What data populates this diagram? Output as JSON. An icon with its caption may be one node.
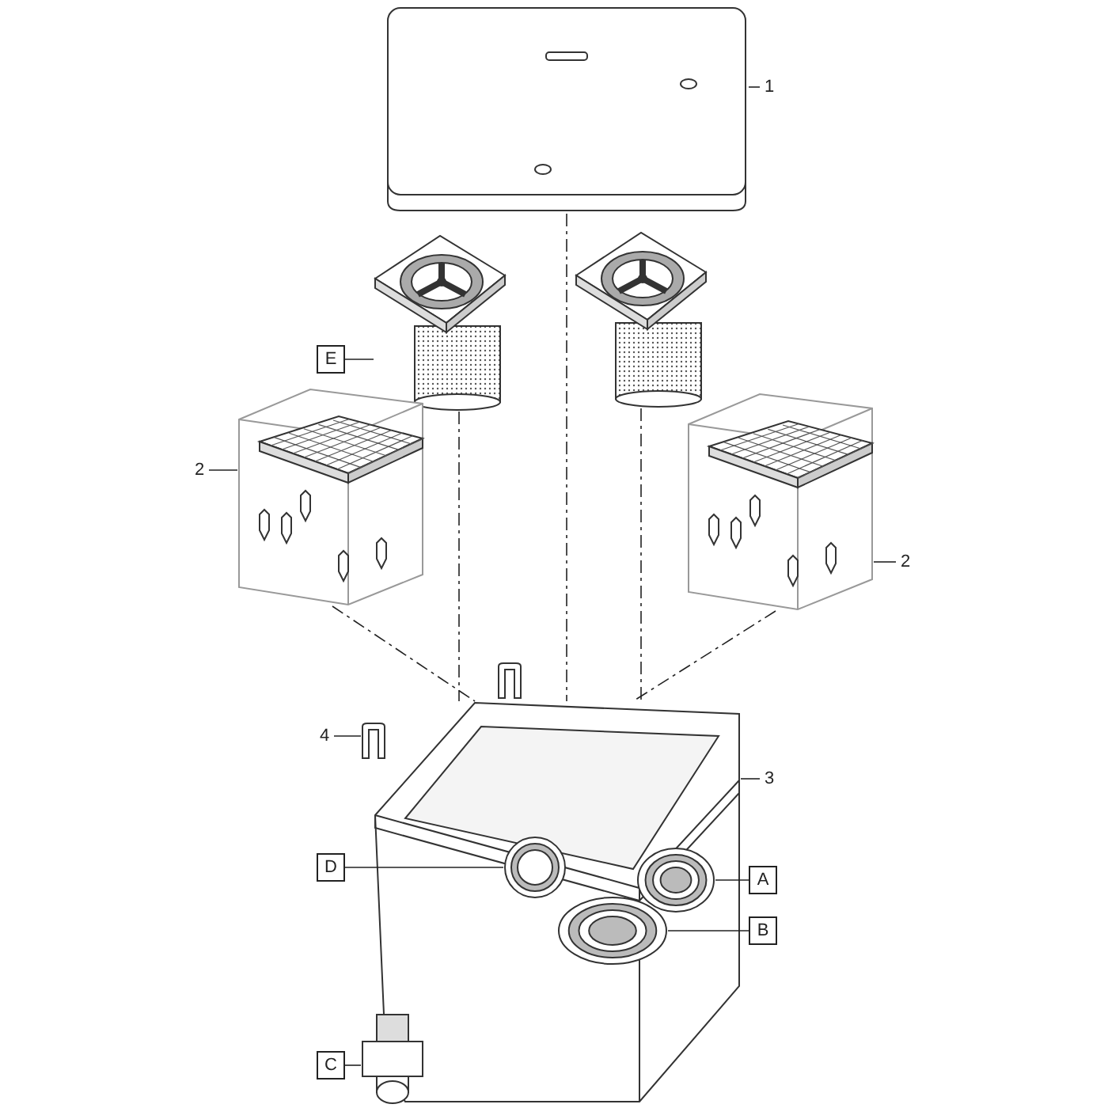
{
  "diagram": {
    "nodes": [
      {
        "text": [
          "1"
        ]
      },
      {
        "text": [],
        "shape": "picture"
      },
      {
        "text": [
          "E"
        ]
      },
      {
        "text": [],
        "shape": "picture"
      },
      {
        "text": [
          "2"
        ]
      },
      {
        "text": [],
        "shape": "box"
      },
      {
        "text": [
          "2"
        ]
      },
      {
        "text": [],
        "shape": "box"
      },
      {
        "text": [
          "4"
        ]
      },
      {
        "text": [],
        "shape": "picture"
      },
      {
        "text": [
          "3"
        ]
      },
      {
        "text": [],
        "shape": "picture"
      },
      {
        "text": [
          "D"
        ]
      },
      {
        "text": [],
        "shape": "picture",
        "in": 11
      },
      {
        "text": [
          "A"
        ]
      },
      {
        "text": [],
        "shape": "picture",
        "in": 11
      },
      {
        "text": [
          "B"
        ]
      },
      {
        "text": [],
        "shape": "picture",
        "in": 11
      },
      {
        "text": [
          "C"
        ]
      },
      {
        "text": [],
        "shape": "picture"
      },
      {
        "text": [],
        "shape": "picture"
      }
    ],
    "edges": [
      {
        "from": 0,
        "to": 1,
        "arrow": "none"
      },
      {
        "from": 2,
        "to": 3,
        "arrow": "none"
      },
      {
        "from": 4,
        "to": 5,
        "arrow": "none"
      },
      {
        "from": 6,
        "to": 7,
        "arrow": "none"
      },
      {
        "from": 8,
        "to": 9,
        "arrow": "none"
      },
      {
        "from": 10,
        "to": 11,
        "arrow": "none"
      },
      {
        "from": 12,
        "to": 13,
        "arrow": "none"
      },
      {
        "from": 14,
        "to": 15,
        "arrow": "none"
      },
      {
        "from": 16,
        "to": 17,
        "arrow": "none"
      },
      {
        "from": 18,
        "to": 19,
        "arrow": "none"
      },
      {
        "from": 1,
        "to": 11,
        "arrow": "none",
        "style": "dashed"
      },
      {
        "from": 3,
        "to": 11,
        "arrow": "none",
        "style": "dashed"
      },
      {
        "from": 20,
        "to": 11,
        "arrow": "none",
        "style": "dashed"
      },
      {
        "from": 5,
        "to": 11,
        "arrow": "none",
        "style": "dashed"
      },
      {
        "from": 7,
        "to": 11,
        "arrow": "none",
        "style": "dashed"
      }
    ]
  }
}
